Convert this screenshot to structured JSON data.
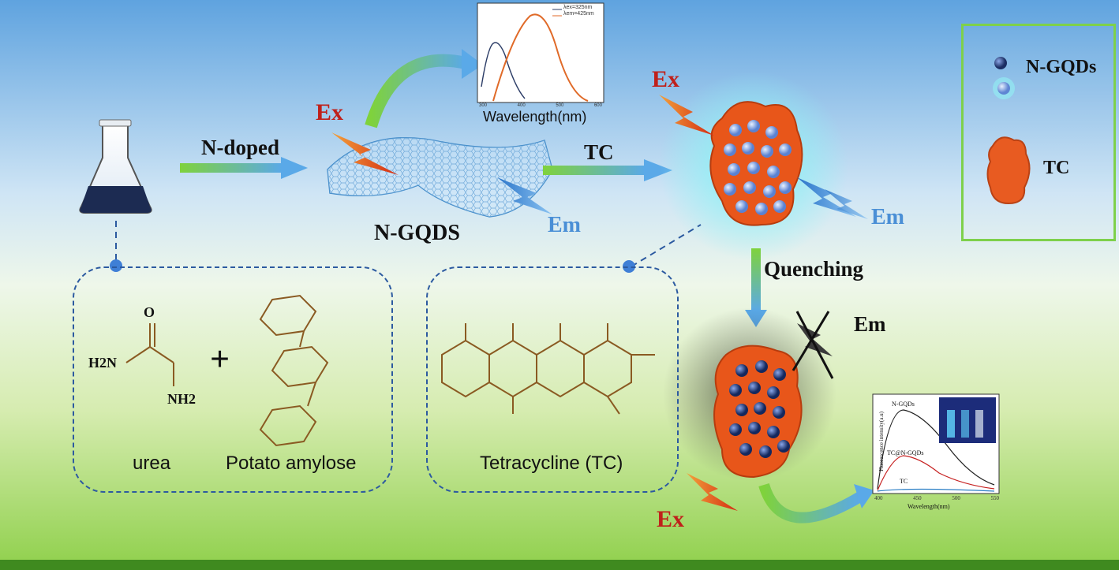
{
  "arrows": {
    "n_doped": "N-doped",
    "tc": "TC",
    "quenching": "Quenching"
  },
  "labels": {
    "ex_top": "Ex",
    "ex_right": "Ex",
    "ex_bottom": "Ex",
    "em_left": "Em",
    "em_right": "Em",
    "em_quenched": "Em",
    "n_gqds_sheet": "N-GQDS"
  },
  "legend": {
    "n_gqds": "N-GQDs",
    "tc": "TC"
  },
  "left_box": {
    "urea": "urea",
    "potato_amylose": "Potato amylose",
    "plus": "+",
    "urea_o": "O",
    "urea_h2n": "H2N",
    "urea_nh2": "NH2"
  },
  "middle_box": {
    "tetracycline": "Tetracycline (TC)"
  },
  "top_spectrum": {
    "xlabel": "Wavelength(nm)",
    "legend_1": "λex=325nm",
    "legend_2": "λem=425nm",
    "ticks": [
      "300",
      "400",
      "500",
      "600"
    ]
  },
  "bottom_spectrum": {
    "xlabel": "Wavelength(nm)",
    "ylabel": "Fluorescence intensity(a.u)",
    "series_1": "N-GQDs",
    "series_2": "TC@N-GQDs",
    "series_3": "TC",
    "ticks": [
      "400",
      "450",
      "500",
      "550"
    ]
  },
  "colors": {
    "ex_red": "#c0201a",
    "em_blue": "#4a8fd6",
    "tc_orange": "#e8561a",
    "dash_blue": "#2c5aa0",
    "legend_green": "#7ed04b"
  }
}
